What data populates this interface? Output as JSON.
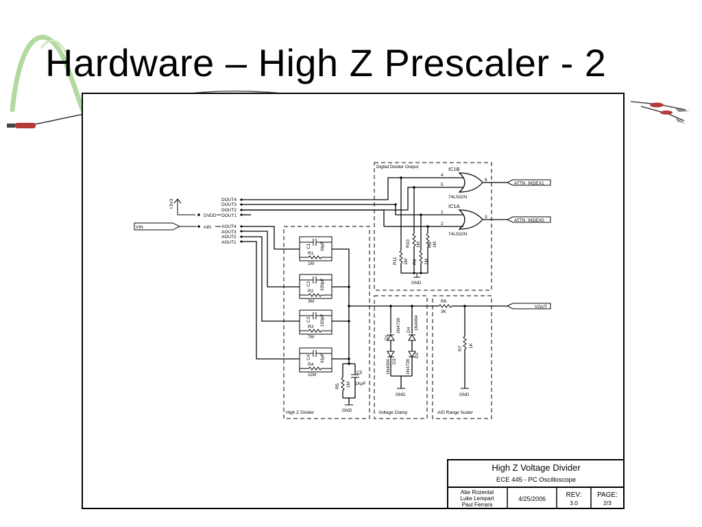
{
  "slide": {
    "title": "Hardware – High Z Prescaler - 2"
  },
  "colors": {
    "wave_green": "#9fcf86",
    "probe_red": "#b43a3a",
    "frame": "#000000"
  },
  "icons": {
    "probe_left": "probe-icon",
    "probe_right": "alligator-clip-icon",
    "power": "power-arrow-icon"
  },
  "schematic": {
    "power_label": "+3V3",
    "nets": {
      "dout": [
        "DOUT4",
        "DOUT3",
        "DOUT2",
        "DOUT1"
      ],
      "aout": [
        "AOUT4",
        "AOUT3",
        "AOUT2",
        "AOUT1"
      ],
      "dvdd": "DVDD",
      "ain": "AIN",
      "vin": "VIN",
      "vout": "VOUT",
      "attn1": "ATTN_INDEX1",
      "attn0": "ATTN_INDEX0"
    },
    "blocks": {
      "digital": "Digital Divider Output",
      "highz": "High Z Divider",
      "clamp": "Voltage Clamp",
      "adrange": "A/D Range Scaler"
    },
    "gates": {
      "ic1b": {
        "ref": "IC1B",
        "part": "74LS32N",
        "pin_a": "4",
        "pin_b": "5",
        "pin_out": "6"
      },
      "ic1a": {
        "ref": "IC1A",
        "part": "74LS32N",
        "pin_a": "1",
        "pin_b": "2",
        "pin_out": "3"
      }
    },
    "pulldowns": [
      {
        "ref": "R10",
        "value": "1M"
      },
      {
        "ref": "R8",
        "value": "1M"
      },
      {
        "ref": "R11",
        "value": "1M"
      },
      {
        "ref": "R9",
        "value": "1M"
      }
    ],
    "divider_stages": [
      {
        "cap": "C1",
        "cap_value": "1kpF",
        "res": "R1",
        "res_value": "1M"
      },
      {
        "cap": "C2",
        "cap_value": "330pF",
        "res": "R2",
        "res_value": "3M"
      },
      {
        "cap": "C3",
        "cap_value": "150pF",
        "res": "R3",
        "res_value": "7M"
      },
      {
        "cap": "C4",
        "cap_value": "91pF",
        "res": "R4",
        "res_value": "11M"
      }
    ],
    "r5": {
      "ref": "R5",
      "value": "1M"
    },
    "c5": {
      "ref": "C5",
      "value": "1KpF"
    },
    "diodes": {
      "d1": {
        "ref": "D1",
        "value": "1N4728"
      },
      "d4": {
        "ref": "D4",
        "value": "1N4004"
      },
      "d3": {
        "ref": "D3",
        "value": "1N4004"
      },
      "d2": {
        "ref": "D2",
        "value": "1N4728"
      }
    },
    "r6": {
      "ref": "R6",
      "value": "3K"
    },
    "r7": {
      "ref": "R7",
      "value": "1K"
    },
    "gnd": "GND",
    "title_block": {
      "title": "High Z Voltage Divider",
      "course": "ECE 445 - PC Oscilloscope",
      "authors": [
        "Abe Rozental",
        "Luke Lempart",
        "Paul Ferrara"
      ],
      "date": "4/25/2006",
      "rev_label": "REV:",
      "rev": "3.0",
      "page_label": "PAGE:",
      "page": "2/3"
    }
  }
}
